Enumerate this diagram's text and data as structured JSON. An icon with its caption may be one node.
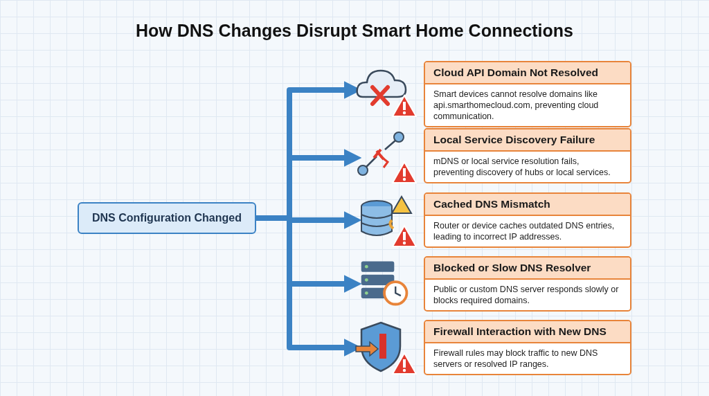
{
  "diagram": {
    "title": "How DNS Changes Disrupt Smart Home Connections",
    "nodes": [
      {
        "text": [
          "DNS Configuration Changed"
        ]
      },
      {
        "text": [],
        "shape": "picture"
      },
      {
        "text": [
          "Cloud API Domain Not Resolved",
          "Smart devices cannot resolve domains like api.smarthomecloud.com, preventing cloud communication."
        ]
      },
      {
        "text": [],
        "shape": "picture"
      },
      {
        "text": [
          "Local Service Discovery Failure",
          "mDNS or local service resolution fails, preventing discovery of hubs or local services."
        ]
      },
      {
        "text": [],
        "shape": "picture"
      },
      {
        "text": [
          "Cached DNS Mismatch",
          "Router or device caches outdated DNS entries, leading to incorrect IP addresses."
        ]
      },
      {
        "text": [],
        "shape": "picture"
      },
      {
        "text": [
          "Blocked or Slow DNS Resolver",
          "Public or custom DNS server responds slowly or blocks required domains."
        ]
      },
      {
        "text": [],
        "shape": "picture"
      },
      {
        "text": [
          "Firewall Interaction with New DNS",
          "Firewall rules may block traffic to new DNS servers or resolved IP ranges."
        ]
      }
    ],
    "edges": [
      {
        "from": 0,
        "to": 1,
        "arrow": "to"
      },
      {
        "from": 0,
        "to": 3,
        "arrow": "to"
      },
      {
        "from": 0,
        "to": 5,
        "arrow": "to"
      },
      {
        "from": 0,
        "to": 7,
        "arrow": "to"
      },
      {
        "from": 0,
        "to": 9,
        "arrow": "to"
      }
    ]
  }
}
